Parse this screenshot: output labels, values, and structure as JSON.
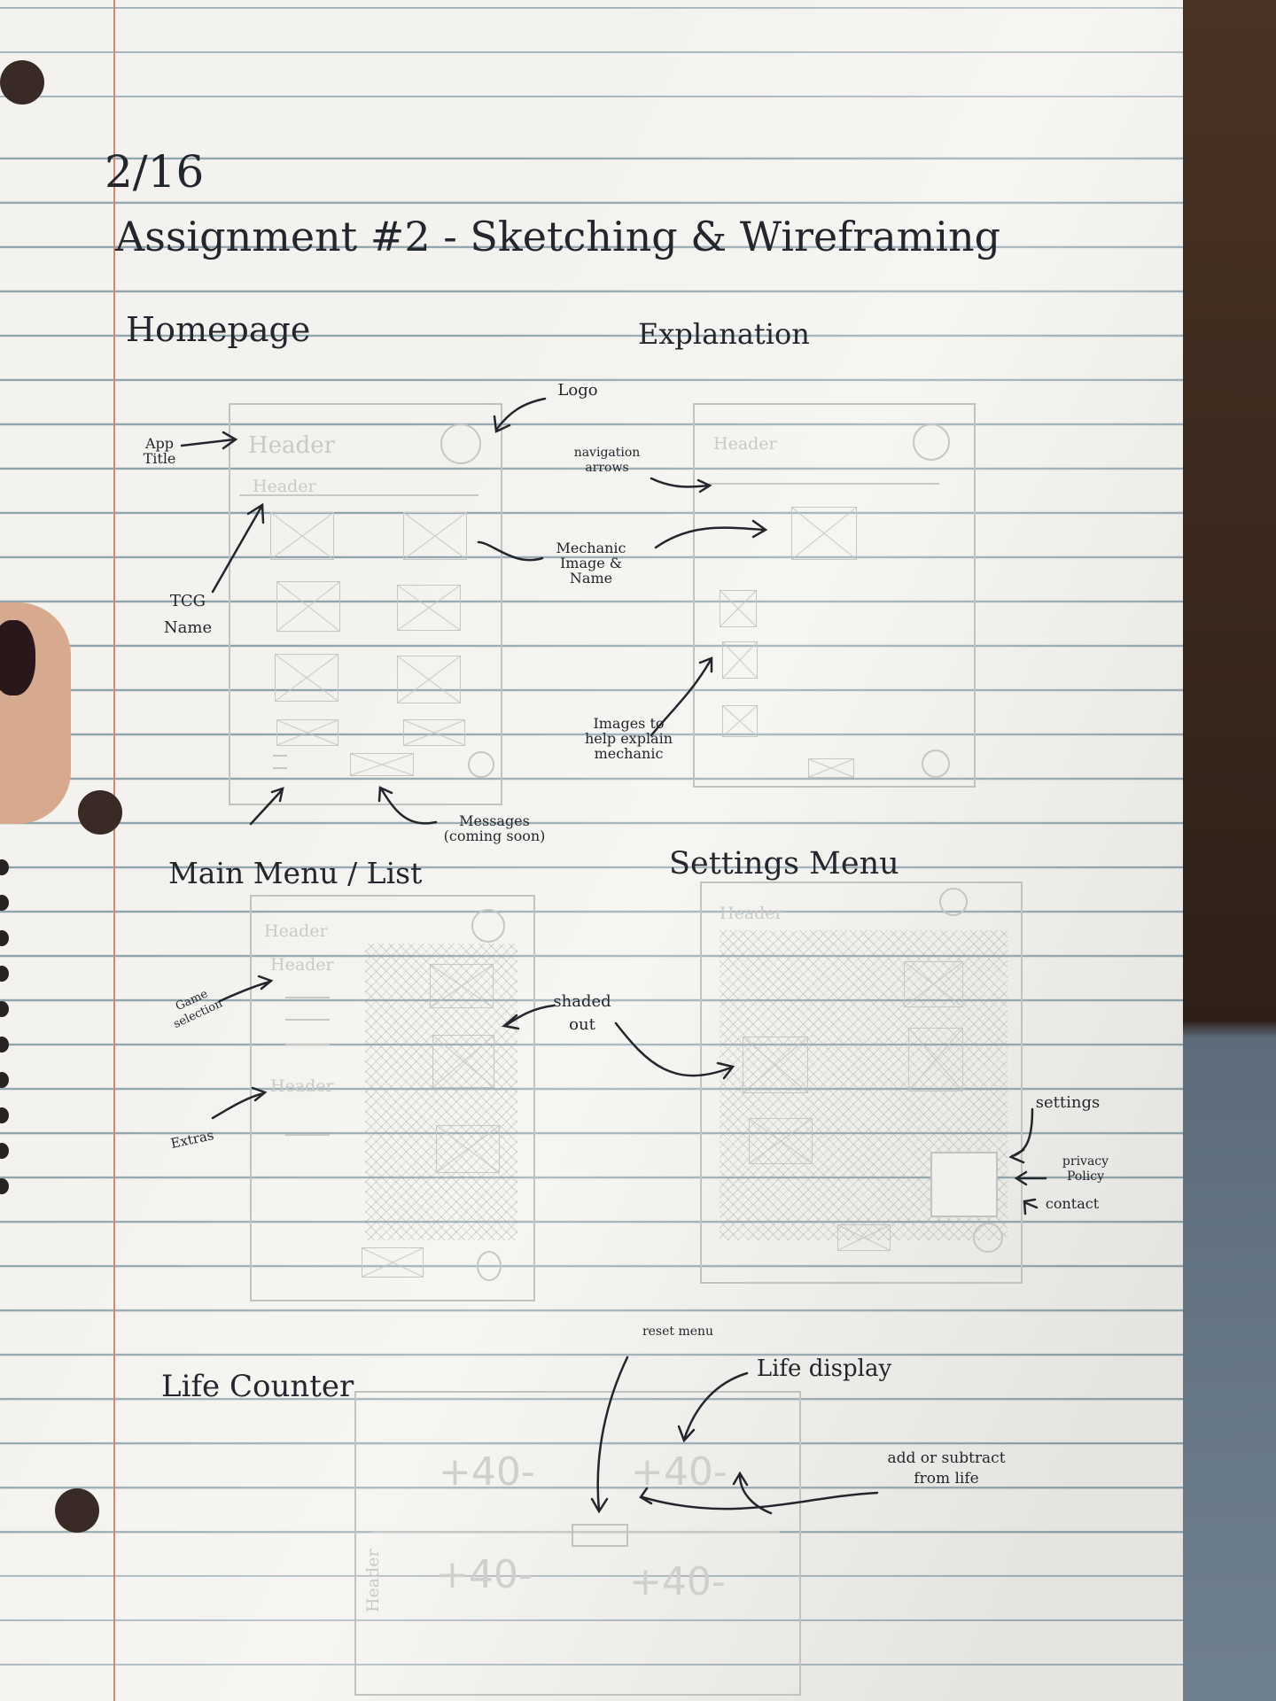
{
  "date": "2/16",
  "title": "Assignment #2 - Sketching & Wireframing",
  "sections": {
    "homepage": "Homepage",
    "explanation": "Explanation",
    "main_menu": "Main Menu / List",
    "settings": "Settings Menu",
    "life_counter": "Life Counter"
  },
  "annotations": {
    "app_title": "App Title",
    "logo": "Logo",
    "tcg_name": "TCG Name",
    "mechanic_image_name": "Mechanic Image & Name",
    "messages": "Messages (coming soon)",
    "navigation_arrows": "navigation arrows",
    "images_explain": "Images to help explain mechanic",
    "game_selection": "Game selection",
    "extras": "Extras",
    "shaded_out": "shaded out",
    "settings": "settings",
    "privacy_policy": "privacy Policy",
    "contact": "contact",
    "reset_menu": "reset menu",
    "life_display": "Life display",
    "add_subtract": "add or subtract from life"
  },
  "wireframe_text": {
    "header": "Header",
    "life_value": "+40-"
  }
}
